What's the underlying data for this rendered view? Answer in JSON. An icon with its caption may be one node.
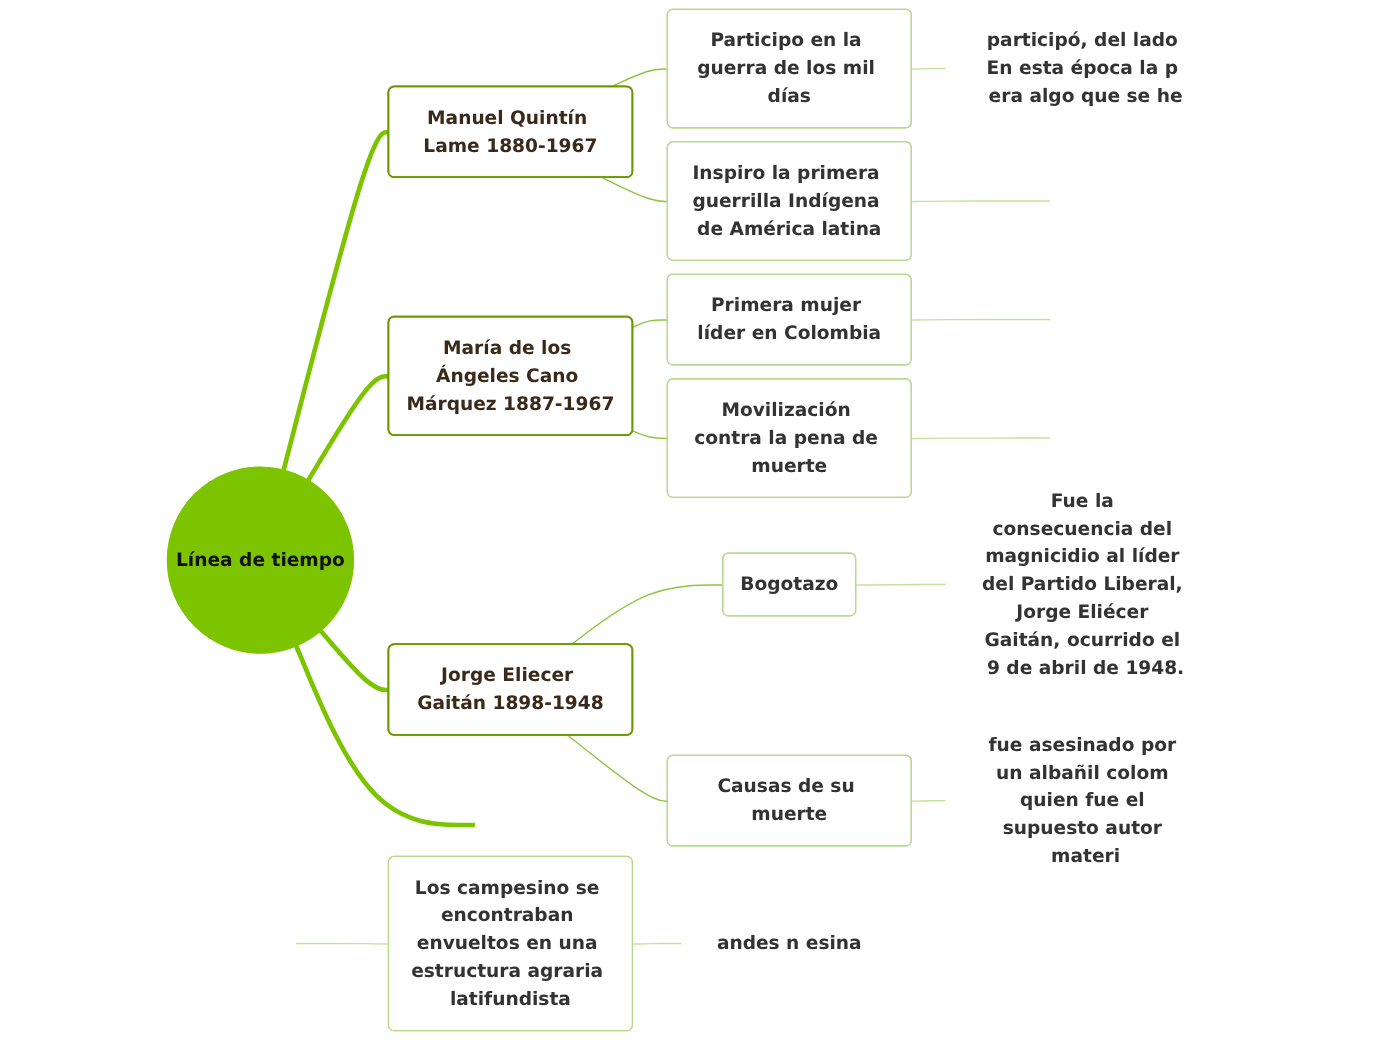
{
  "diagram": {
    "nodes": [
      {
        "text": [
          "Línea de tiempo"
        ]
      },
      {
        "text": [
          "Manuel Quintín Lame 1880-1967"
        ]
      },
      {
        "text": [
          "Participo en la guerra de los mil días"
        ]
      },
      {
        "text": [
          "participó, del lado En esta época la p era algo que se he"
        ]
      },
      {
        "text": [
          "Inspiro la primera guerrilla Indígena de América latina"
        ]
      },
      {
        "text": [
          "María de los Ángeles Cano Márquez 1887-1967"
        ]
      },
      {
        "text": [
          "Primera mujer líder en Colombia"
        ]
      },
      {
        "text": [
          "Movilización contra la pena de muerte"
        ]
      },
      {
        "text": [
          "Los campesino se encontraban envueltos en una estructura agraria latifundista"
        ]
      },
      {
        "text": [
          "andes n esina"
        ]
      },
      {
        "text": [
          "Jorge Eliecer Gaitán 1898-1948"
        ]
      },
      {
        "text": [
          "Bogotazo"
        ]
      },
      {
        "text": [
          "Fue la consecuencia del magnicidio al líder del Partido Liberal, Jorge Eliécer Gaitán, ocurrido el 9 de abril de 1948."
        ]
      },
      {
        "text": [
          "Causas de su muerte"
        ]
      },
      {
        "text": [
          "fue asesinado por un albañil colom quien fue el supuesto autor materi"
        ]
      }
    ],
    "edges": [
      {
        "from": 0,
        "to": 1,
        "arrow": "none",
        "style": "thick",
        "color": "#7dc400"
      },
      {
        "from": 1,
        "to": 2,
        "arrow": "none",
        "color": "#8cc63f"
      },
      {
        "from": 2,
        "to": 3,
        "arrow": "none"
      },
      {
        "from": 1,
        "to": 4,
        "arrow": "none",
        "color": "#8cc63f"
      },
      {
        "from": 4,
        "to": null,
        "arrow": "none"
      },
      {
        "from": 0,
        "to": 5,
        "arrow": "none",
        "style": "thick",
        "color": "#7dc400"
      },
      {
        "from": 5,
        "to": 6,
        "arrow": "none",
        "color": "#8cc63f"
      },
      {
        "from": 6,
        "to": null,
        "arrow": "none"
      },
      {
        "from": 5,
        "to": 7,
        "arrow": "none",
        "color": "#8cc63f"
      },
      {
        "from": 7,
        "to": null,
        "arrow": "none"
      },
      {
        "from": 8,
        "to": 9,
        "arrow": "none"
      },
      {
        "from": null,
        "to": 8,
        "arrow": "none"
      },
      {
        "from": 0,
        "to": 10,
        "arrow": "none",
        "style": "thick",
        "color": "#7dc400"
      },
      {
        "from": 10,
        "to": 11,
        "arrow": "none",
        "color": "#8cc63f"
      },
      {
        "from": 11,
        "to": 12,
        "arrow": "none"
      },
      {
        "from": 10,
        "to": 13,
        "arrow": "none",
        "color": "#8cc63f"
      },
      {
        "from": 13,
        "to": 14,
        "arrow": "none"
      },
      {
        "from": 0,
        "to": null,
        "arrow": "none",
        "style": "thick",
        "color": "#7dc400"
      }
    ]
  }
}
